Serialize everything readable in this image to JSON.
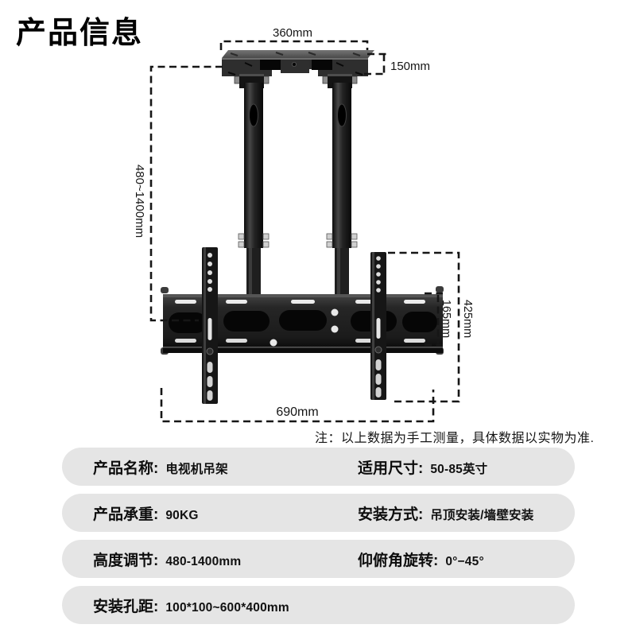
{
  "page": {
    "title": "产品信息",
    "note": "注：以上数据为手工测量，具体数据以实物为准."
  },
  "diagram": {
    "product": "tv-ceiling-mount-bracket",
    "dims": {
      "top_width": "360mm",
      "top_depth": "150mm",
      "drop_height": "480~1400mm",
      "plate_height": "165mm",
      "assembly_height": "425mm",
      "plate_width": "690mm"
    }
  },
  "specs": {
    "rows": [
      {
        "left_label": "产品名称:",
        "left_value": "电视机吊架",
        "right_label": "适用尺寸:",
        "right_value": "50-85英寸"
      },
      {
        "left_label": "产品承重:",
        "left_value": "90KG",
        "right_label": "安装方式:",
        "right_value": "吊顶安装/墙壁安装"
      },
      {
        "left_label": "高度调节:",
        "left_value": "480-1400mm",
        "right_label": "仰俯角旋转:",
        "right_value": "0°−45°"
      },
      {
        "left_label": "安装孔距:",
        "left_value": "100*100~600*400mm",
        "right_label": "",
        "right_value": ""
      }
    ]
  },
  "colors": {
    "row_bg": "#e5e5e5",
    "text": "#111111",
    "dash_line": "#161616",
    "metal_dark": "#1d1d1d"
  }
}
